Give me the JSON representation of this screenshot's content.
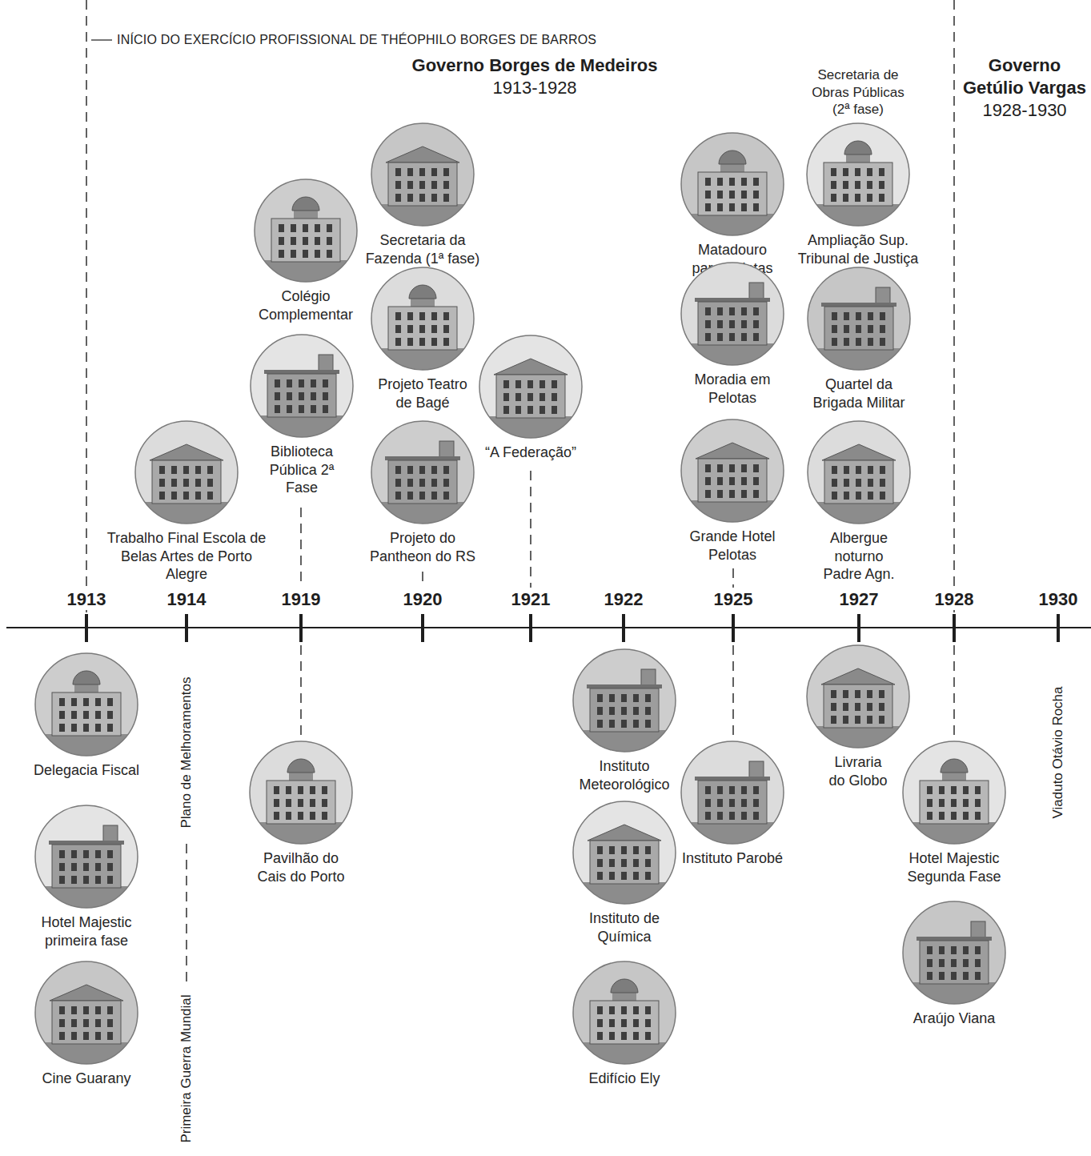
{
  "diagram": {
    "nodes": [
      {
        "text": [
          "Trabalho Final Escola de Belas Artes de Porto Alegre"
        ]
      },
      {
        "text": [
          "Colégio Complementar"
        ]
      },
      {
        "text": [
          "Biblioteca Pública 2ª Fase"
        ]
      },
      {
        "text": [
          "Secretaria da Fazenda (1ª fase)"
        ]
      },
      {
        "text": [
          "Projeto Teatro de Bagé"
        ]
      },
      {
        "text": [
          "Projeto do Pantheon do RS"
        ]
      },
      {
        "text": [
          "“A Federação”"
        ]
      },
      {
        "text": [
          "Matadouro para Pelotas"
        ]
      },
      {
        "text": [
          "Moradia em Pelotas"
        ]
      },
      {
        "text": [
          "Grande Hotel Pelotas"
        ]
      },
      {
        "text": [
          "Secretaria de Obras Públicas (2ª fase)",
          "Ampliação Sup. Tribunal de Justiça"
        ]
      },
      {
        "text": [
          "Quartel da Brigada Militar"
        ]
      },
      {
        "text": [
          "Albergue noturno Padre Agn."
        ]
      },
      {
        "text": [
          "Delegacia Fiscal"
        ]
      },
      {
        "text": [
          "Hotel Majestic primeira fase"
        ]
      },
      {
        "text": [
          "Cine Guarany"
        ]
      },
      {
        "text": [
          "Pavilhão do Cais do Porto"
        ]
      },
      {
        "text": [
          "Instituto Meteorológico"
        ]
      },
      {
        "text": [
          "Instituto de Química"
        ]
      },
      {
        "text": [
          "Edifício Ely"
        ]
      },
      {
        "text": [
          "Instituto Parobé"
        ]
      },
      {
        "text": [
          "Livraria do Globo"
        ]
      },
      {
        "text": [
          "Hotel Majestic Segunda Fase"
        ]
      },
      {
        "text": [
          "Araújo Viana"
        ]
      }
    ],
    "labels": [
      "INÍCIO DO EXERCÍCIO PROFISSIONAL DE THÉOPHILO BORGES DE BARROS",
      "Governo Borges de Medeiros",
      "1913-1928",
      "Governo Getúlio Vargas",
      "1928-1930",
      "1913",
      "1914",
      "1919",
      "1920",
      "1921",
      "1922",
      "1925",
      "1927",
      "1928",
      "1930",
      "Plano de Melhoramentos",
      "Primeira Guerra Mundial",
      "Viaduto Otávio Rocha"
    ]
  }
}
